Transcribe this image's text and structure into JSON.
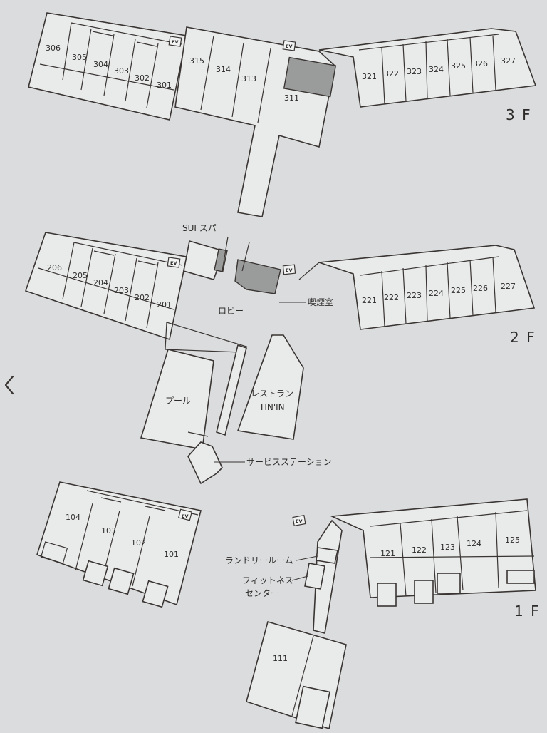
{
  "floors": {
    "f3": {
      "label": "3 F",
      "rooms": [
        "306",
        "305",
        "304",
        "303",
        "302",
        "301",
        "315",
        "314",
        "313",
        "311",
        "321",
        "322",
        "323",
        "324",
        "325",
        "326",
        "327"
      ],
      "ev": "EV"
    },
    "f2": {
      "label": "2 F",
      "rooms": [
        "206",
        "205",
        "204",
        "203",
        "202",
        "201",
        "221",
        "222",
        "223",
        "224",
        "225",
        "226",
        "227"
      ],
      "ev": "EV",
      "areas": {
        "spa": "SUI スパ",
        "lobby": "ロビー",
        "smoking": "喫煙室",
        "pool": "プール",
        "restaurant_line1": "レストラン",
        "restaurant_line2": "TIN'IN",
        "service_station": "サービスステーション"
      }
    },
    "f1": {
      "label": "1 F",
      "rooms": [
        "104",
        "103",
        "102",
        "101",
        "121",
        "122",
        "123",
        "124",
        "125",
        "111"
      ],
      "ev": "EV",
      "areas": {
        "laundry": "ランドリールーム",
        "fitness_line1": "フィットネス",
        "fitness_line2": "センター"
      }
    }
  },
  "nav": {
    "prev_icon": "chevron-left-icon"
  },
  "colors": {
    "paper": "#e9ebeb",
    "background": "#dadcdd",
    "line": "#3a3533",
    "shaded": "#9a9b9b"
  }
}
